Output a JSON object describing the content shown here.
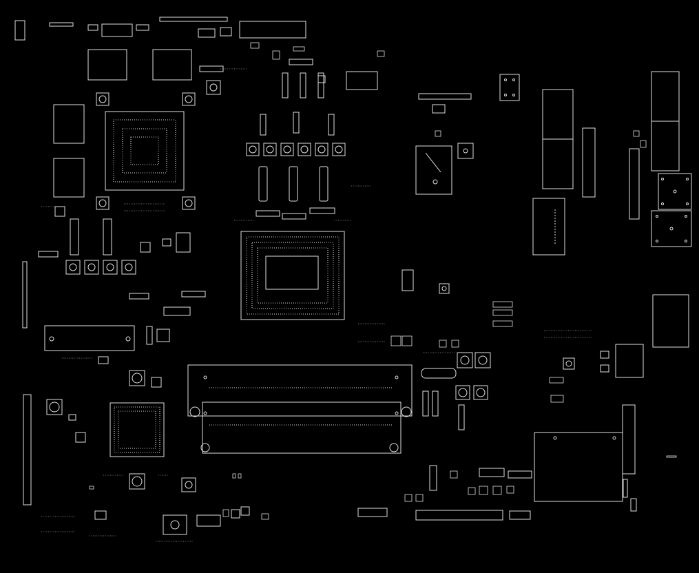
{
  "view": {
    "background": "#000000",
    "stroke": "#e0e0e0",
    "fill": "none",
    "description_style": "pcb-silkscreen-outline"
  },
  "components": {
    "bga_packages": [
      "gpu-bga",
      "cpu-bga",
      "pch-bga"
    ],
    "memory_chips": [
      "vram-chip",
      "vram-chip",
      "vram-chip",
      "vram-chip"
    ],
    "connectors": [
      "dimm-slot",
      "dimm-slot",
      "edge-connector",
      "edge-connector",
      "io-connector",
      "usb-port",
      "usb-port",
      "rj45-port",
      "rj45-port",
      "ffc-connector",
      "ffc-connector"
    ],
    "inductors": [
      "power-inductor"
    ],
    "capacitors": [
      "polymer-capacitor"
    ]
  }
}
